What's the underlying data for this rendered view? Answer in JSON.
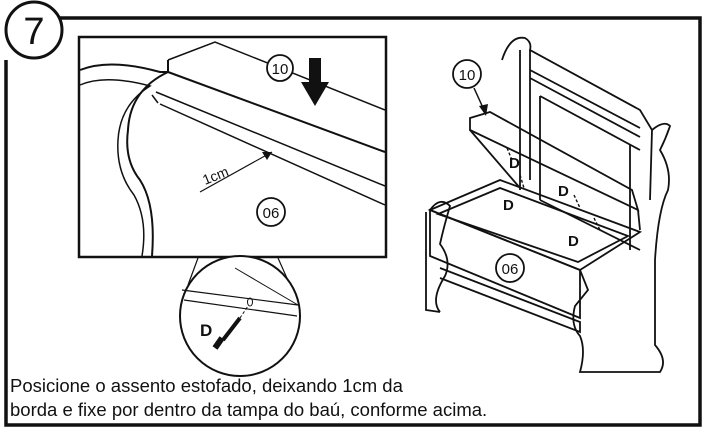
{
  "step": {
    "number": "7"
  },
  "detail": {
    "part_label": "06",
    "seat_label": "10",
    "measure_label": "1cm"
  },
  "assembly": {
    "seat_label": "10",
    "panel_label": "06",
    "screw_labels": [
      "D",
      "D",
      "D",
      "D"
    ]
  },
  "screw_detail": {
    "label": "D"
  },
  "caption": {
    "line1": "Posicione o assento estofado, deixando 1cm da",
    "line2": "borda e fixe por dentro da tampa do baú, conforme acima."
  }
}
